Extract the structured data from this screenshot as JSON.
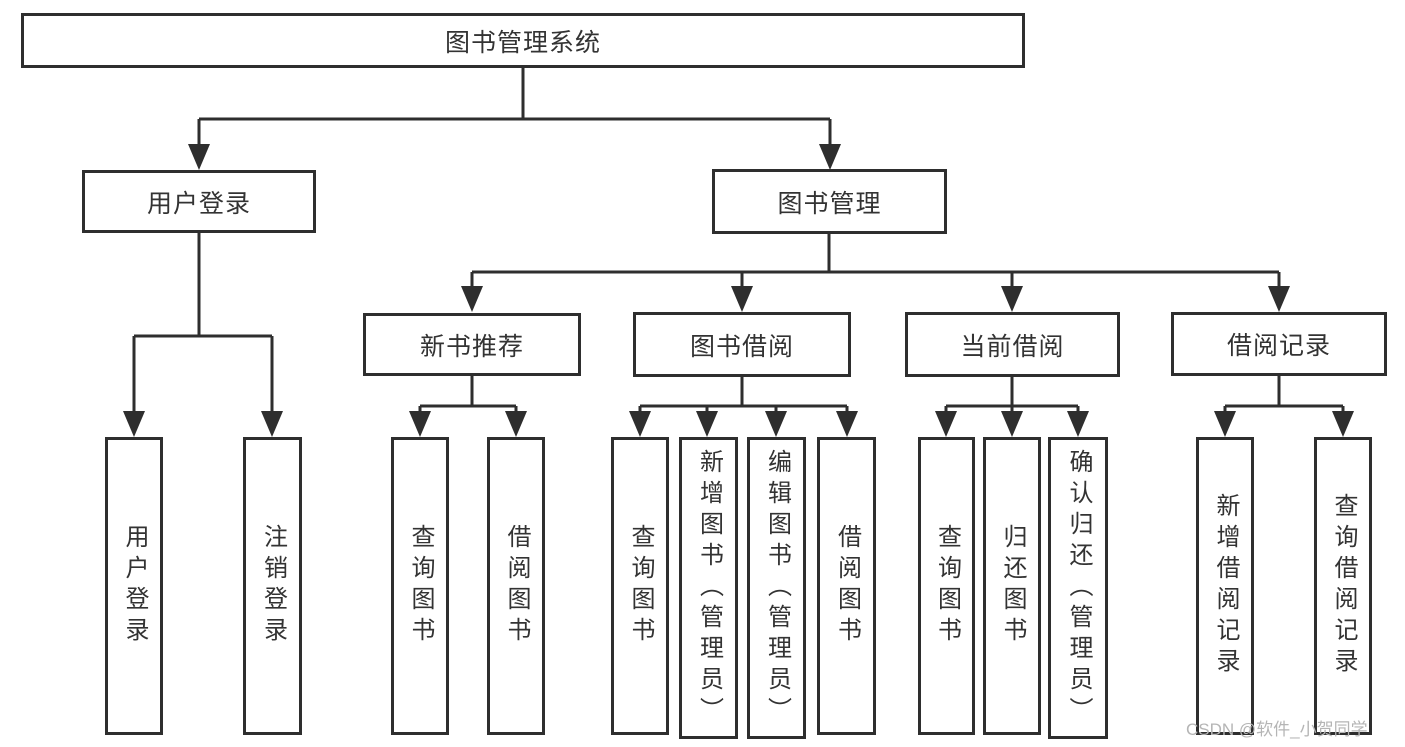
{
  "nodes": {
    "root": "图书管理系统",
    "level2": [
      "用户登录",
      "图书管理"
    ],
    "level3": [
      "新书推荐",
      "图书借阅",
      "当前借阅",
      "借阅记录"
    ],
    "user_children": [
      "用户登录",
      "注销登录"
    ],
    "newbook_children": [
      "查询图书",
      "借阅图书"
    ],
    "borrow_children": [
      "查询图书",
      "新增图书（管理员）",
      "编辑图书（管理员）",
      "借阅图书"
    ],
    "current_children": [
      "查询图书",
      "归还图书",
      "确认归还（管理员）"
    ],
    "record_children": [
      "新增借阅记录",
      "查询借阅记录"
    ]
  },
  "watermark": "CSDN @软件_小贺同学",
  "colors": {
    "line": "#2e2e2e",
    "text": "#333333",
    "watermark": "#b5b5b5",
    "background": "#ffffff"
  }
}
